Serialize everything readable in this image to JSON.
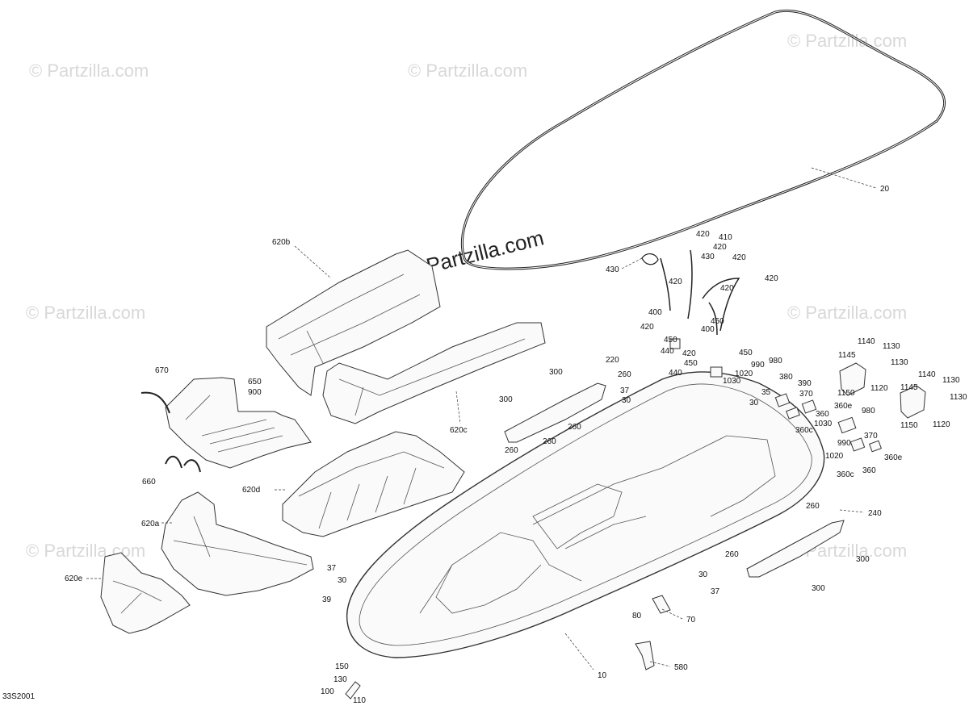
{
  "diagram_code": "33S2001",
  "watermarks": {
    "small": "© Partzilla.com",
    "large": "© Partzilla.com"
  },
  "labels": [
    {
      "id": "p20",
      "text": "20"
    },
    {
      "id": "p620b",
      "text": "620b"
    },
    {
      "id": "p620c",
      "text": "620c"
    },
    {
      "id": "p620d",
      "text": "620d"
    },
    {
      "id": "p620a",
      "text": "620a"
    },
    {
      "id": "p620e",
      "text": "620e"
    },
    {
      "id": "p670",
      "text": "670"
    },
    {
      "id": "p650",
      "text": "650"
    },
    {
      "id": "p900",
      "text": "900"
    },
    {
      "id": "p660",
      "text": "660"
    },
    {
      "id": "p430a",
      "text": "430"
    },
    {
      "id": "p430b",
      "text": "430"
    },
    {
      "id": "p420a",
      "text": "420"
    },
    {
      "id": "p410",
      "text": "410"
    },
    {
      "id": "p420b",
      "text": "420"
    },
    {
      "id": "p420c",
      "text": "420"
    },
    {
      "id": "p420d",
      "text": "420"
    },
    {
      "id": "p420e",
      "text": "420"
    },
    {
      "id": "p420f",
      "text": "420"
    },
    {
      "id": "p420g",
      "text": "420"
    },
    {
      "id": "p420h",
      "text": "420"
    },
    {
      "id": "p400a",
      "text": "400"
    },
    {
      "id": "p400b",
      "text": "400"
    },
    {
      "id": "p450a",
      "text": "450"
    },
    {
      "id": "p450b",
      "text": "450"
    },
    {
      "id": "p450c",
      "text": "450"
    },
    {
      "id": "p450d",
      "text": "450"
    },
    {
      "id": "p440a",
      "text": "440"
    },
    {
      "id": "p440b",
      "text": "440"
    },
    {
      "id": "p220",
      "text": "220"
    },
    {
      "id": "p300a",
      "text": "300"
    },
    {
      "id": "p300b",
      "text": "300"
    },
    {
      "id": "p300c",
      "text": "300"
    },
    {
      "id": "p300d",
      "text": "300"
    },
    {
      "id": "p260a",
      "text": "260"
    },
    {
      "id": "p260b",
      "text": "260"
    },
    {
      "id": "p260c",
      "text": "260"
    },
    {
      "id": "p260d",
      "text": "260"
    },
    {
      "id": "p260e",
      "text": "260"
    },
    {
      "id": "p260f",
      "text": "260"
    },
    {
      "id": "p37a",
      "text": "37"
    },
    {
      "id": "p30a",
      "text": "30"
    },
    {
      "id": "p980a",
      "text": "980"
    },
    {
      "id": "p990a",
      "text": "990"
    },
    {
      "id": "p1030a",
      "text": "1030"
    },
    {
      "id": "p1020a",
      "text": "1020"
    },
    {
      "id": "p35",
      "text": "35"
    },
    {
      "id": "p380",
      "text": "380"
    },
    {
      "id": "p390",
      "text": "390"
    },
    {
      "id": "p370a",
      "text": "370"
    },
    {
      "id": "p30b",
      "text": "30"
    },
    {
      "id": "p360a",
      "text": "360"
    },
    {
      "id": "p360e1",
      "text": "360e"
    },
    {
      "id": "p360c1",
      "text": "360c"
    },
    {
      "id": "p1030b",
      "text": "1030"
    },
    {
      "id": "p980b",
      "text": "980"
    },
    {
      "id": "p990b",
      "text": "990"
    },
    {
      "id": "p370b",
      "text": "370"
    },
    {
      "id": "p1020b",
      "text": "1020"
    },
    {
      "id": "p360e2",
      "text": "360e"
    },
    {
      "id": "p360c2",
      "text": "360c"
    },
    {
      "id": "p360b",
      "text": "360"
    },
    {
      "id": "p1140a",
      "text": "1140"
    },
    {
      "id": "p1130a",
      "text": "1130"
    },
    {
      "id": "p1145a",
      "text": "1145"
    },
    {
      "id": "p1130b",
      "text": "1130"
    },
    {
      "id": "p1150a",
      "text": "1150"
    },
    {
      "id": "p1120a",
      "text": "1120"
    },
    {
      "id": "p1140b",
      "text": "1140"
    },
    {
      "id": "p1130c",
      "text": "1130"
    },
    {
      "id": "p1145b",
      "text": "1145"
    },
    {
      "id": "p1130d",
      "text": "1130"
    },
    {
      "id": "p1150b",
      "text": "1150"
    },
    {
      "id": "p1120b",
      "text": "1120"
    },
    {
      "id": "p240",
      "text": "240"
    },
    {
      "id": "p30c",
      "text": "30"
    },
    {
      "id": "p37b",
      "text": "37"
    },
    {
      "id": "p37c",
      "text": "37"
    },
    {
      "id": "p30d",
      "text": "30"
    },
    {
      "id": "p39",
      "text": "39"
    },
    {
      "id": "p80",
      "text": "80"
    },
    {
      "id": "p70",
      "text": "70"
    },
    {
      "id": "p10",
      "text": "10"
    },
    {
      "id": "p580",
      "text": "580"
    },
    {
      "id": "p150",
      "text": "150"
    },
    {
      "id": "p130",
      "text": "130"
    },
    {
      "id": "p100",
      "text": "100"
    },
    {
      "id": "p110",
      "text": "110"
    }
  ]
}
